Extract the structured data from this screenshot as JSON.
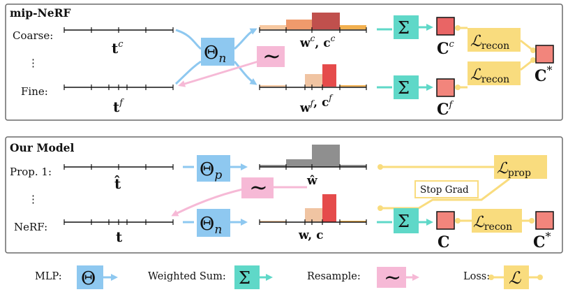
{
  "colors": {
    "mlp": "#8ec8f0",
    "sum": "#5fd8c8",
    "resample": "#f6b9d6",
    "loss": "#f9dc7e",
    "rgb": "#ef6f6c",
    "hist_gray": "#8f8f8f",
    "hist_warm": [
      "#f7c8a0",
      "#ef9a6c",
      "#c0504d",
      "#f2b04f"
    ],
    "hist_fine": [
      "#f0c4a2",
      "#e54b4b"
    ]
  },
  "top": {
    "title": "mip-NeRF",
    "row_coarse": "Coarse:",
    "row_dots": "⋮",
    "row_fine": "Fine:",
    "t_coarse": "t",
    "t_coarse_sup": "c",
    "t_fine": "t",
    "t_fine_sup": "f",
    "mlp_main": "Θ",
    "mlp_sub": "n",
    "wc_label": "w",
    "wc_sup": "c",
    "wc_sep": ", ",
    "cc_label": "c",
    "cc_sup": "c",
    "wf_label": "w",
    "wf_sup": "f",
    "cf_label": "c",
    "cf_sup": "f",
    "sum_glyph": "Σ",
    "resample_glyph": "∼",
    "C_coarse": "C",
    "C_coarse_sup": "c",
    "C_fine": "C",
    "C_fine_sup": "f",
    "C_star": "C",
    "C_star_sup": "*",
    "loss_main": "ℒ",
    "loss_sub": "recon"
  },
  "bottom": {
    "title": "Our Model",
    "row_prop": "Prop. 1:",
    "row_dots": "⋮",
    "row_nerf": "NeRF:",
    "t_hat": "t̂",
    "t": "t",
    "mlp_p_main": "Θ",
    "mlp_p_sub": "p",
    "mlp_n_main": "Θ",
    "mlp_n_sub": "n",
    "w_hat": "ŵ",
    "w": "w",
    "w_sep": ", ",
    "c": "c",
    "sum_glyph": "Σ",
    "resample_glyph": "∼",
    "stop_grad": "Stop Grad",
    "loss_prop_main": "ℒ",
    "loss_prop_sub": "prop",
    "loss_recon_main": "ℒ",
    "loss_recon_sub": "recon",
    "C": "C",
    "C_star": "C",
    "C_star_sup": "*"
  },
  "legend": {
    "mlp_label": "MLP:",
    "mlp_glyph": "Θ",
    "sum_label": "Weighted Sum:",
    "sum_glyph": "Σ",
    "resample_label": "Resample:",
    "resample_glyph": "∼",
    "loss_label": "Loss:",
    "loss_glyph": "ℒ"
  }
}
